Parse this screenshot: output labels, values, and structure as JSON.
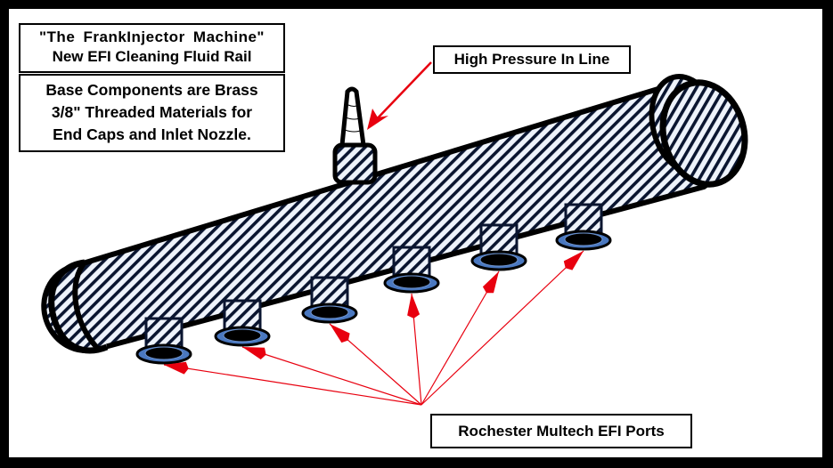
{
  "title_box": {
    "line1": "\"The  FrankInjector  Machine\"",
    "line2": "New EFI Cleaning Fluid Rail"
  },
  "description_box": {
    "line1": "Base Components are Brass",
    "line2": "3/8\" Threaded Materials for",
    "line3": "End Caps and Inlet Nozzle."
  },
  "callouts": {
    "high_pressure": "High Pressure In Line",
    "ports": "Rochester Multech EFI Ports"
  },
  "ports_count": 6,
  "colors": {
    "frame": "#000000",
    "hatch_dark": "#0a1530",
    "hatch_light": "#eef3fb",
    "arrow": "#e8000f",
    "port_ring": "#4a78c0"
  }
}
